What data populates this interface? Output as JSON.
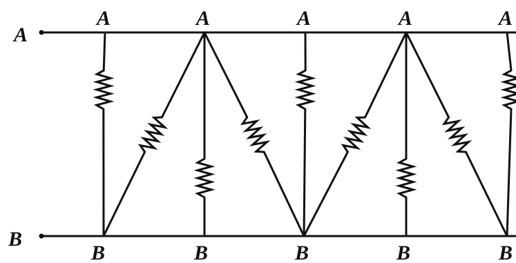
{
  "terminals": {
    "left_top": "A",
    "left_bottom": "B"
  },
  "top_labels": [
    "A",
    "A",
    "A",
    "A",
    "A"
  ],
  "bottom_labels": [
    "B",
    "B",
    "B",
    "B",
    "B"
  ],
  "colors": {
    "ink": "#111111",
    "background": "#ffffff"
  }
}
